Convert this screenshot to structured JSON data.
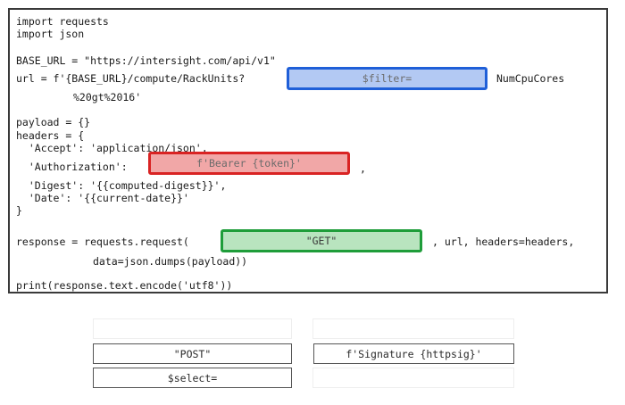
{
  "code": {
    "line1": "import requests",
    "line2": "import json",
    "line3": "BASE_URL = \"https://intersight.com/api/v1\"",
    "line4_prefix": "url = f'{BASE_URL}/compute/RackUnits?",
    "line4_suffix": "NumCpuCores",
    "line5": "%20gt%2016'",
    "line6": "payload = {}",
    "line7": "headers = {",
    "line8": "  'Accept': 'application/json',",
    "line9_prefix": "  'Authorization':",
    "line9_suffix": ",",
    "line10": "  'Digest': '{{computed-digest}}',",
    "line11": "  'Date': '{{current-date}}'",
    "line12": "}",
    "line13_prefix": "response = requests.request(",
    "line13_suffix": ", url, headers=headers,",
    "line14": "data=json.dumps(payload))",
    "line15": "print(response.text.encode('utf8'))"
  },
  "drop_zones": {
    "filter": "$filter=",
    "authorization": "f'Bearer {token}'",
    "method": "\"GET\""
  },
  "options": {
    "post": "\"POST\"",
    "signature": "f'Signature {httpsig}'",
    "select": "$select="
  },
  "colors": {
    "blue_zone": "#1f5fd8",
    "red_zone": "#d92323",
    "green_zone": "#1f9d3a"
  }
}
